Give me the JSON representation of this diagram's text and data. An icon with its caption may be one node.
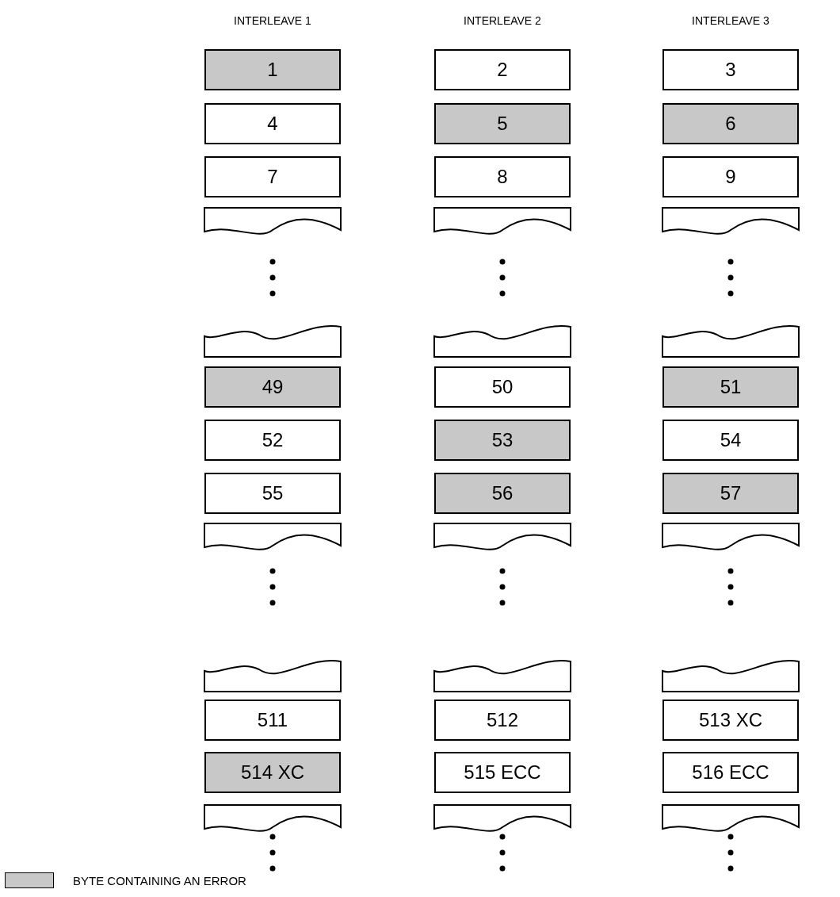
{
  "diagram": {
    "nodes": [
      {
        "text": [
          "1"
        ]
      },
      {
        "text": [
          "2"
        ]
      },
      {
        "text": [
          "3"
        ]
      },
      {
        "text": [
          "4"
        ]
      },
      {
        "text": [
          "5"
        ]
      },
      {
        "text": [
          "6"
        ]
      },
      {
        "text": [
          "7"
        ]
      },
      {
        "text": [
          "8"
        ]
      },
      {
        "text": [
          "9"
        ]
      },
      {
        "text": [
          "49"
        ]
      },
      {
        "text": [
          "50"
        ]
      },
      {
        "text": [
          "51"
        ]
      },
      {
        "text": [
          "52"
        ]
      },
      {
        "text": [
          "53"
        ]
      },
      {
        "text": [
          "54"
        ]
      },
      {
        "text": [
          "55"
        ]
      },
      {
        "text": [
          "56"
        ]
      },
      {
        "text": [
          "57"
        ]
      },
      {
        "text": [
          "511"
        ]
      },
      {
        "text": [
          "512"
        ]
      },
      {
        "text": [
          "513 XC"
        ]
      },
      {
        "text": [
          "514 XC"
        ]
      },
      {
        "text": [
          "515 ECC"
        ]
      },
      {
        "text": [
          "516 ECC"
        ]
      }
    ],
    "labels": [
      "INTERLEAVE 1",
      "INTERLEAVE 2",
      "INTERLEAVE 3"
    ],
    "legend": [
      {
        "text": "BYTE CONTAINING AN ERROR",
        "color": "#c8c8c8"
      }
    ]
  }
}
